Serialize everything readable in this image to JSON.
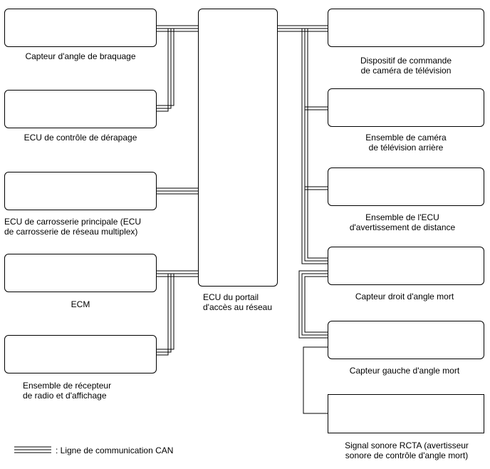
{
  "gateway": {
    "line1": "ECU du portail",
    "line2": "d'accès au réseau"
  },
  "left_modules": [
    {
      "line1": "Capteur d'angle de braquage",
      "line2": ""
    },
    {
      "line1": "ECU de contrôle de dérapage",
      "line2": ""
    },
    {
      "line1": "ECU de carrosserie principale (ECU",
      "line2": "de carrosserie de réseau multiplex)"
    },
    {
      "line1": "ECM",
      "line2": ""
    },
    {
      "line1": "Ensemble de récepteur",
      "line2": "de radio et d'affichage"
    }
  ],
  "right_modules": [
    {
      "line1": "Dispositif de commande",
      "line2": "de caméra de télévision"
    },
    {
      "line1": "Ensemble de caméra",
      "line2": "de télévision arrière"
    },
    {
      "line1": "Ensemble de l'ECU",
      "line2": "d'avertissement de distance"
    },
    {
      "line1": "Capteur droit d'angle mort",
      "line2": ""
    },
    {
      "line1": "Capteur gauche d'angle mort",
      "line2": ""
    },
    {
      "line1": "Signal sonore RCTA (avertisseur",
      "line2": "sonore de contrôle d'angle mort)"
    }
  ],
  "legend": {
    "text": ": Ligne de communication CAN"
  }
}
